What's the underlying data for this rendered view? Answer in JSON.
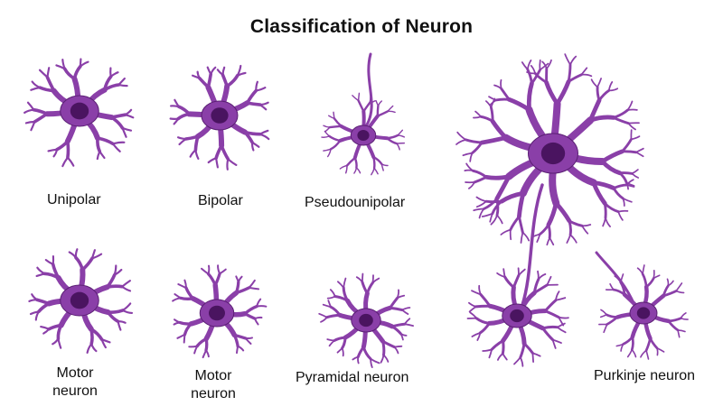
{
  "title": "Classification of Neuron",
  "colors": {
    "cell": "#8a3fa8",
    "cell_dark": "#5a1f73",
    "nucleus": "#4a1460",
    "background": "#ffffff"
  },
  "labels": {
    "unipolar": "Unipolar",
    "bipolar": "Bipolar",
    "pseudounipolar": "Pseudounipolar",
    "motor_neuron_1_line1": "Motor",
    "motor_neuron_1_line2": "neuron",
    "motor_neuron_2_line1": "Motor",
    "motor_neuron_2_line2": "neuron",
    "pyramidal": "Pyramidal neuron",
    "purkinje": "Purkinje neuron"
  }
}
